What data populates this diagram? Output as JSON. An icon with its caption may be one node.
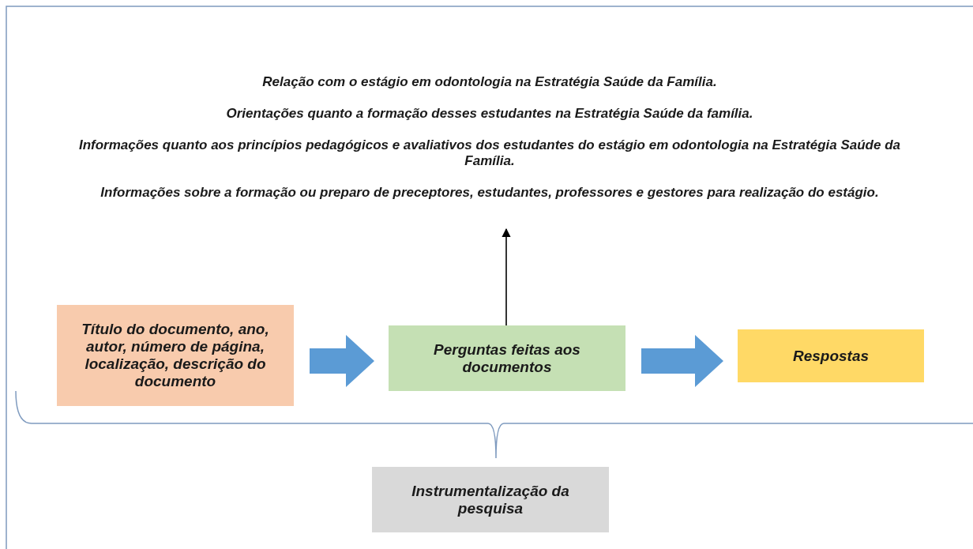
{
  "diagram": {
    "nodes": [
      {
        "text": [
          "Relação com o estágio em odontologia na Estratégia Saúde da Família.",
          "Orientações quanto a formação desses estudantes na Estratégia Saúde da família.",
          "Informações quanto aos princípios pedagógicos e avaliativos dos estudantes do estágio em odontologia na Estratégia Saúde da Família.",
          "Informações sobre a formação ou preparo de preceptores, estudantes, professores e gestores para realização do estágio."
        ]
      },
      {
        "text": [
          "Título do documento, ano, autor, número de página, localização, descrição do documento"
        ]
      },
      {
        "text": [
          "Perguntas feitas aos documentos"
        ]
      },
      {
        "text": [
          "Respostas"
        ]
      },
      {
        "text": [
          "Instrumentalização da pesquisa"
        ]
      }
    ],
    "edges": [
      {
        "from": 1,
        "to": 2,
        "arrow": "to",
        "style": "thick"
      },
      {
        "from": 2,
        "to": 3,
        "arrow": "to",
        "style": "thick"
      },
      {
        "from": 2,
        "to": 0,
        "arrow": "to"
      }
    ]
  }
}
